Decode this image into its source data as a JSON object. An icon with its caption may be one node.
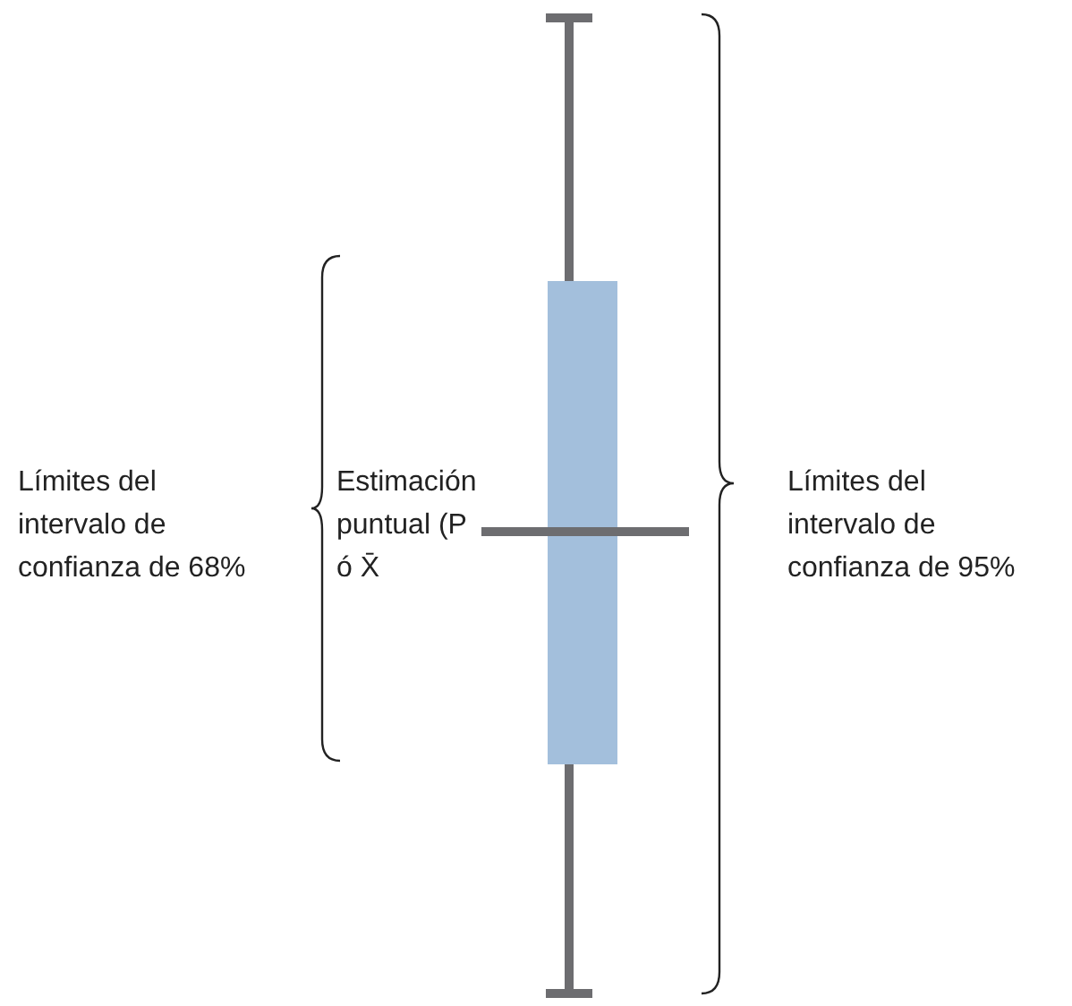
{
  "diagram": {
    "labels": [
      "Límites del intervalo de confianza de 68%",
      "Estimación puntual (P ó X̄",
      "Límites del intervalo de confianza de 95%"
    ]
  }
}
